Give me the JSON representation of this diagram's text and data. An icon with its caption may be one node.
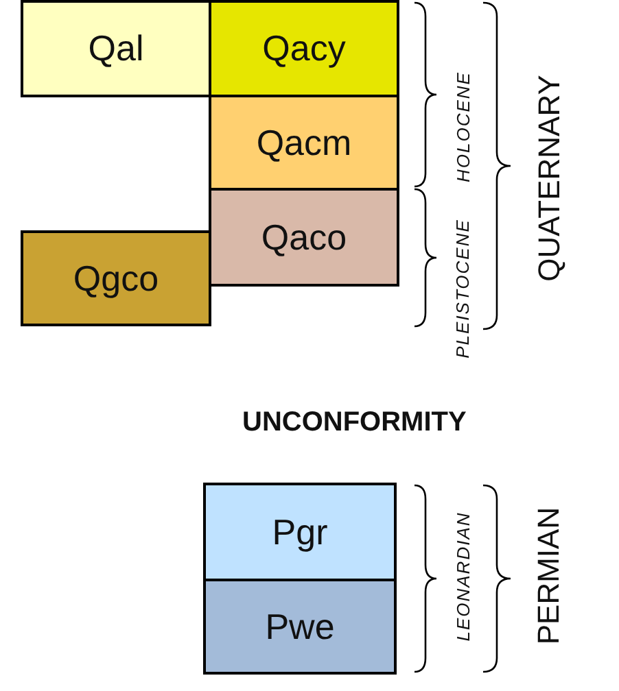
{
  "diagram": {
    "nodes": [
      {
        "text": [
          "Qal"
        ]
      },
      {
        "text": [
          "Qacy"
        ]
      },
      {
        "text": [
          "Qacm"
        ]
      },
      {
        "text": [
          "Qaco"
        ]
      },
      {
        "text": [
          "Qgco"
        ]
      },
      {
        "text": [
          "Pgr"
        ]
      },
      {
        "text": [
          "Pwe"
        ]
      }
    ],
    "edges": [],
    "labels": [
      "HOLOCENE",
      "PLEISTOCENE",
      "QUATERNARY",
      "UNCONFORMITY",
      "LEONARDIAN",
      "PERMIAN"
    ]
  }
}
